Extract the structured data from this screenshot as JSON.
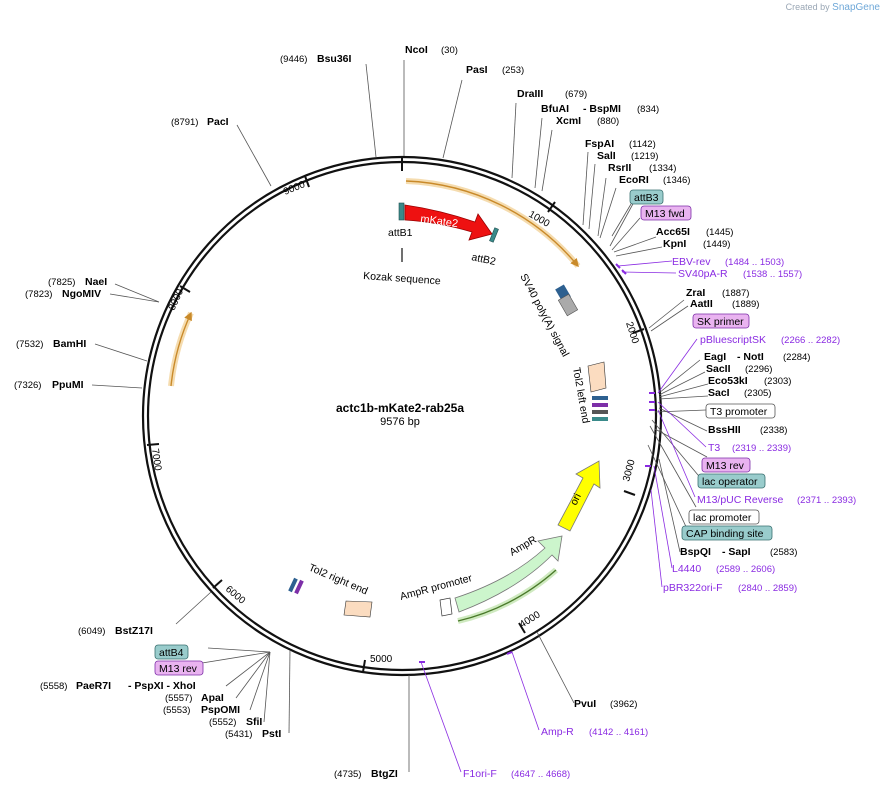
{
  "credit": {
    "text": "Created by",
    "brand": "SnapGene"
  },
  "plasmid": {
    "name": "actc1b-mKate2-rab25a",
    "length": "9576 bp"
  },
  "ticks": [
    "1000",
    "2000",
    "3000",
    "4000",
    "5000",
    "6000",
    "7000",
    "8000",
    "9000"
  ],
  "enzymes": [
    {
      "name": "NcoI",
      "pos": "(30)"
    },
    {
      "name": "PasI",
      "pos": "(253)"
    },
    {
      "name": "DraIII",
      "pos": "(679)"
    },
    {
      "name": "BfuAI",
      "extra": "- BspMI",
      "pos": "(834)"
    },
    {
      "name": "XcmI",
      "pos": "(880)"
    },
    {
      "name": "FspAI",
      "pos": "(1142)"
    },
    {
      "name": "SalI",
      "pos": "(1219)"
    },
    {
      "name": "RsrII",
      "pos": "(1334)"
    },
    {
      "name": "EcoRI",
      "pos": "(1346)"
    },
    {
      "name": "Acc65I",
      "pos": "(1445)"
    },
    {
      "name": "KpnI",
      "pos": "(1449)"
    },
    {
      "name": "ZraI",
      "pos": "(1887)"
    },
    {
      "name": "AatII",
      "pos": "(1889)"
    },
    {
      "name": "EagI",
      "extra": "- NotI",
      "pos": "(2284)"
    },
    {
      "name": "SacII",
      "pos": "(2296)"
    },
    {
      "name": "Eco53kI",
      "pos": "(2303)"
    },
    {
      "name": "SacI",
      "pos": "(2305)"
    },
    {
      "name": "BssHII",
      "pos": "(2338)"
    },
    {
      "name": "BspQI",
      "extra": "- SapI",
      "pos": "(2583)"
    },
    {
      "name": "PvuI",
      "pos": "(3962)"
    },
    {
      "name": "BtgZI",
      "pos": "(4735)"
    },
    {
      "name": "PstI",
      "pos": "(5431)"
    },
    {
      "name": "SfiI",
      "pos": "(5552)"
    },
    {
      "name": "PspOMI",
      "pos": "(5553)"
    },
    {
      "name": "ApaI",
      "pos": "(5557)"
    },
    {
      "name": "PaeR7I",
      "extra": "- PspXI   - XhoI",
      "pos": "(5558)"
    },
    {
      "name": "BstZ17I",
      "pos": "(6049)"
    },
    {
      "name": "PpuMI",
      "pos": "(7326)"
    },
    {
      "name": "BamHI",
      "pos": "(7532)"
    },
    {
      "name": "NaeI",
      "pos": "(7825)"
    },
    {
      "name": "NgoMIV",
      "pos": "(7823)"
    },
    {
      "name": "PacI",
      "pos": "(8791)"
    },
    {
      "name": "Bsu36I",
      "pos": "(9446)"
    }
  ],
  "primers": [
    {
      "name": "EBV-rev",
      "range": "(1484 .. 1503)"
    },
    {
      "name": "SV40pA-R",
      "range": "(1538 .. 1557)"
    },
    {
      "name": "pBluescriptSK",
      "range": "(2266 .. 2282)"
    },
    {
      "name": "T3",
      "range": "(2319 .. 2339)"
    },
    {
      "name": "M13/pUC Reverse",
      "range": "(2371 .. 2393)"
    },
    {
      "name": "L4440",
      "range": "(2589 .. 2606)"
    },
    {
      "name": "pBR322ori-F",
      "range": "(2840 .. 2859)"
    },
    {
      "name": "Amp-R",
      "range": "(4142 .. 4161)"
    },
    {
      "name": "F1ori-F",
      "range": "(4647 .. 4668)"
    }
  ],
  "boxes": [
    {
      "name": "attB3",
      "style": "teal"
    },
    {
      "name": "M13 fwd",
      "style": "pink"
    },
    {
      "name": "SK primer",
      "style": "pink"
    },
    {
      "name": "T3 promoter",
      "style": "white"
    },
    {
      "name": "M13 rev",
      "style": "pink"
    },
    {
      "name": "lac operator",
      "style": "teal"
    },
    {
      "name": "lac promoter",
      "style": "white"
    },
    {
      "name": "CAP binding site",
      "style": "teal"
    },
    {
      "name": "attB4",
      "style": "teal"
    },
    {
      "name": "M13 rev",
      "style": "pink"
    }
  ],
  "features": {
    "mkate2": "mKate2",
    "attb1": "attB1",
    "attb2": "attB2",
    "kozak": "Kozak sequence",
    "sv40": "SV40 poly(A) signal",
    "tol2_left": "Tol2 left end",
    "ori": "ori",
    "ampr": "AmpR",
    "ampr_promoter": "AmpR promoter",
    "tol2_right": "Tol2 right end"
  },
  "colors": {
    "mkate2": "#ee1111",
    "ori": "#ffff00",
    "ampr": "#ccf5cc",
    "orange_arc": "#f5c98a",
    "primer": "#9933cc",
    "teal_box": "#99cccc",
    "pink_box": "#e9b3f0"
  }
}
